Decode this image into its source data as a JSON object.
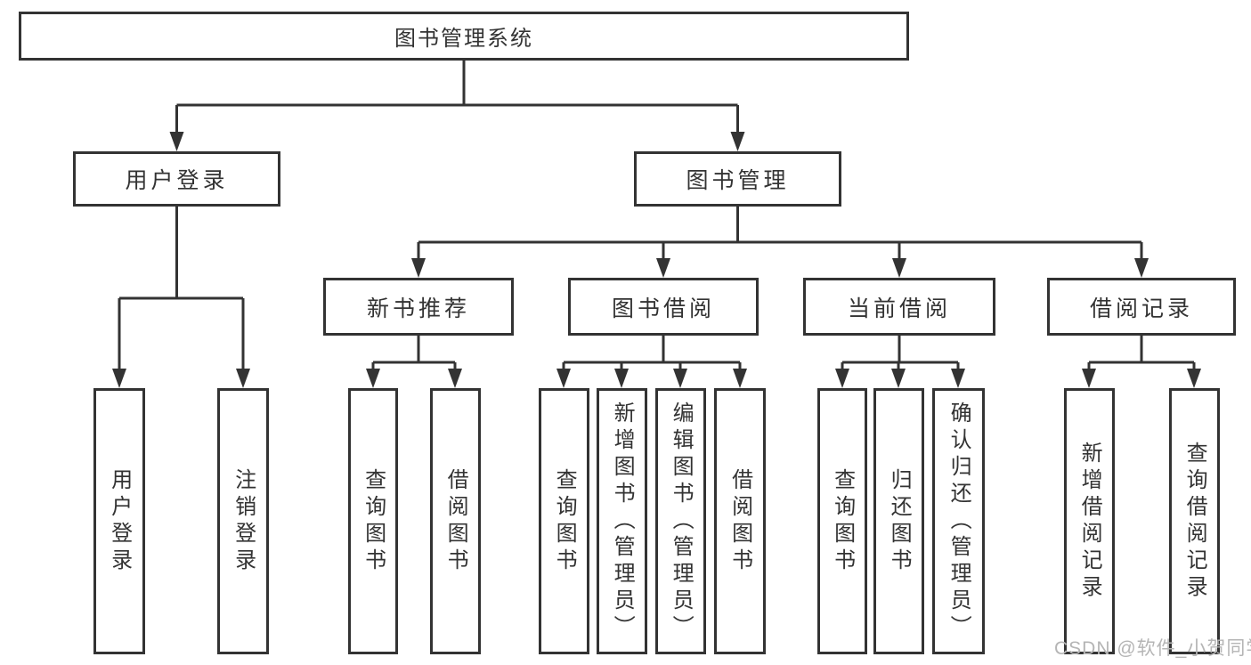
{
  "tree": {
    "label": "图书管理系统",
    "children": [
      {
        "label": "用户登录",
        "children": [
          {
            "label": "用户登录"
          },
          {
            "label": "注销登录"
          }
        ]
      },
      {
        "label": "图书管理",
        "children": [
          {
            "label": "新书推荐",
            "children": [
              {
                "label": "查询图书"
              },
              {
                "label": "借阅图书"
              }
            ]
          },
          {
            "label": "图书借阅",
            "children": [
              {
                "label": "查询图书"
              },
              {
                "label": "新增图书（管理员）"
              },
              {
                "label": "编辑图书（管理员）"
              },
              {
                "label": "借阅图书"
              }
            ]
          },
          {
            "label": "当前借阅",
            "children": [
              {
                "label": "查询图书"
              },
              {
                "label": "归还图书"
              },
              {
                "label": "确认归还（管理员）"
              }
            ]
          },
          {
            "label": "借阅记录",
            "children": [
              {
                "label": "新增借阅记录"
              },
              {
                "label": "查询借阅记录"
              }
            ]
          }
        ]
      }
    ]
  },
  "watermark": {
    "text": "CSDN @软件_小贺同学"
  },
  "colors": {
    "line": "#333333",
    "box_border": "#333333",
    "box_fill": "#ffffff",
    "text": "#333333",
    "watermark": "#b5b5b5",
    "background": "#ffffff"
  }
}
